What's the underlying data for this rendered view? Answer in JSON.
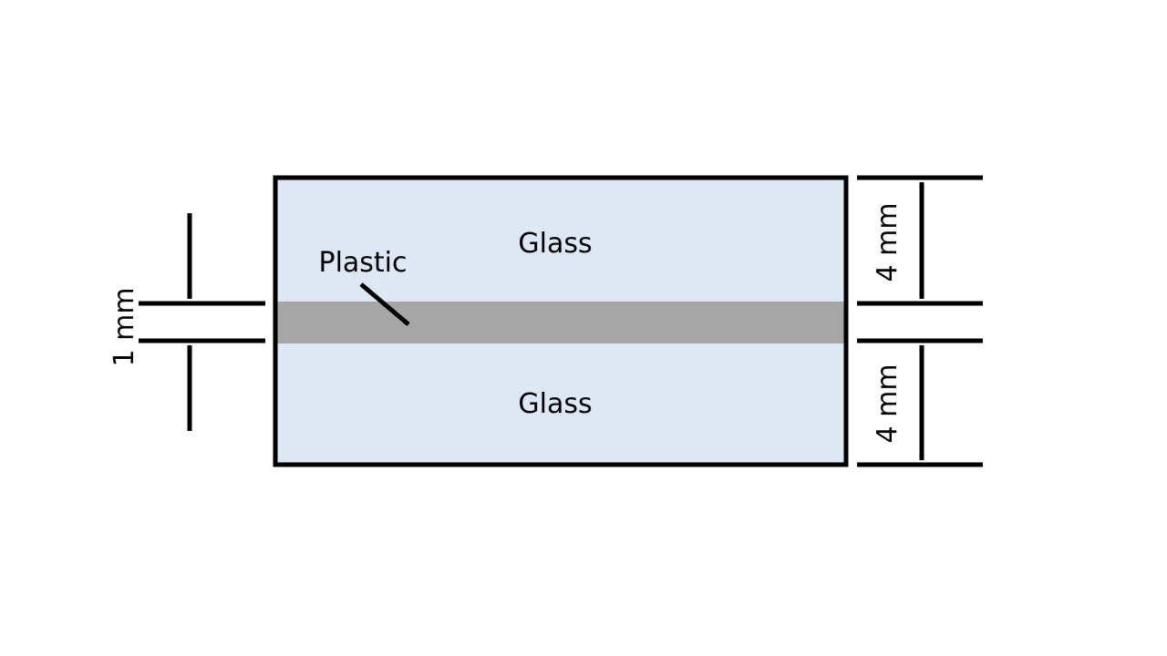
{
  "diagram": {
    "title": "",
    "layers": [
      {
        "name": "glass-top",
        "label": "Glass",
        "thickness": "4 mm",
        "color": "#dde8f4"
      },
      {
        "name": "plastic",
        "label": "Plastic",
        "thickness": "1 mm",
        "color": "#a6a6a6"
      },
      {
        "name": "glass-bottom",
        "label": "Glass",
        "thickness": "4 mm",
        "color": "#dde8f4"
      }
    ],
    "dimensions": {
      "left": "1 mm",
      "right_top": "4 mm",
      "right_bottom": "4 mm"
    },
    "colors": {
      "outline": "#000000",
      "glass": "#dde8f4",
      "plastic": "#a6a6a6"
    }
  }
}
